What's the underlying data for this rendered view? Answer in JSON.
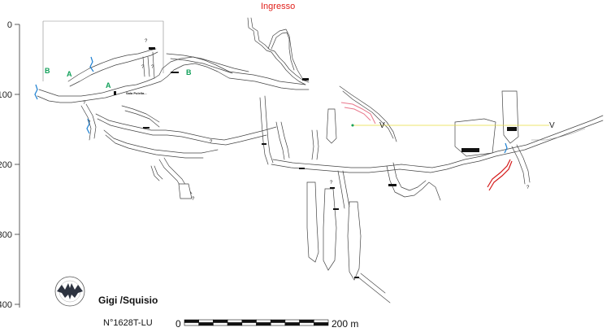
{
  "entrance_label": "Ingresso",
  "depth_axis": {
    "ticks": [
      {
        "label": "0",
        "depth": 0
      },
      {
        "label": "100",
        "depth": 100
      },
      {
        "label": "200",
        "depth": 200
      },
      {
        "label": "300",
        "depth": 300
      },
      {
        "label": "400",
        "depth": 400
      }
    ]
  },
  "section_markers": {
    "a": "A",
    "b": "B",
    "v": "V"
  },
  "hall_label": "Sala Pulella...",
  "question_mark": "?",
  "title_block": {
    "title": "Gigi /Squisio",
    "cave_number": "N°1628T-LU"
  },
  "scale_bar": {
    "start_label": "0",
    "end_label": "200 m",
    "segments": 10
  },
  "colors": {
    "entrance": "#e0201b",
    "section_markers": "#12a05a",
    "water": "#1b7fd1",
    "red_passage": "#d41a1a",
    "pink_passage": "#e8788c",
    "yellow_line": "#e6dc3c",
    "passage_outline": "#444444"
  }
}
